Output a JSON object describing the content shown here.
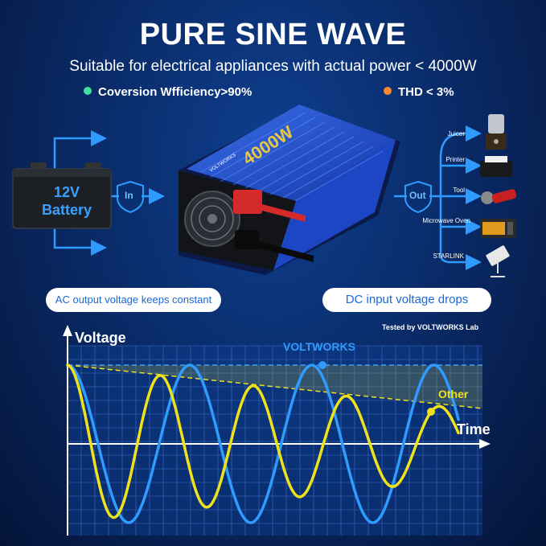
{
  "header": {
    "title": "PURE SINE WAVE",
    "subtitle": "Suitable for electrical appliances with actual power < 4000W"
  },
  "features": [
    {
      "label": "Coversion Wfficiency>90%",
      "color": "#3fe0a0"
    },
    {
      "label": "THD < 3%",
      "color": "#ff8a2a"
    }
  ],
  "battery": {
    "line1": "12V",
    "line2": "Battery"
  },
  "flow": {
    "in_label": "In",
    "out_label": "Out"
  },
  "inverter": {
    "power_label": "4000W",
    "brand": "VOLTWORKS"
  },
  "appliances": [
    {
      "label": "Juicer",
      "icon": "juicer-icon"
    },
    {
      "label": "Printer",
      "icon": "printer-icon"
    },
    {
      "label": "Tool",
      "icon": "angle-grinder-icon"
    },
    {
      "label": "Microwave Oven",
      "icon": "microwave-icon"
    },
    {
      "label": "STARLINK",
      "icon": "satellite-dish-icon"
    }
  ],
  "comparison": {
    "left_pill": "AC output voltage keeps constant",
    "right_pill": "DC input voltage drops"
  },
  "chart_data": {
    "type": "line",
    "note_text": "Tested by VOLTWORKS Lab",
    "ylabel": "Voltage",
    "xlabel": "Time",
    "grid": true,
    "series": [
      {
        "name": "VOLTWORKS",
        "color": "#2f9bff",
        "amplitude": [
          1.0,
          1.0
        ],
        "cycles": 3.2
      },
      {
        "name": "Other",
        "color": "#f0e21a",
        "amplitude": [
          1.0,
          0.45
        ],
        "cycles": 4.2
      }
    ]
  },
  "colors": {
    "accent": "#1a68d8",
    "voltworks_blue": "#2f9bff",
    "other_yellow": "#f0e21a"
  }
}
